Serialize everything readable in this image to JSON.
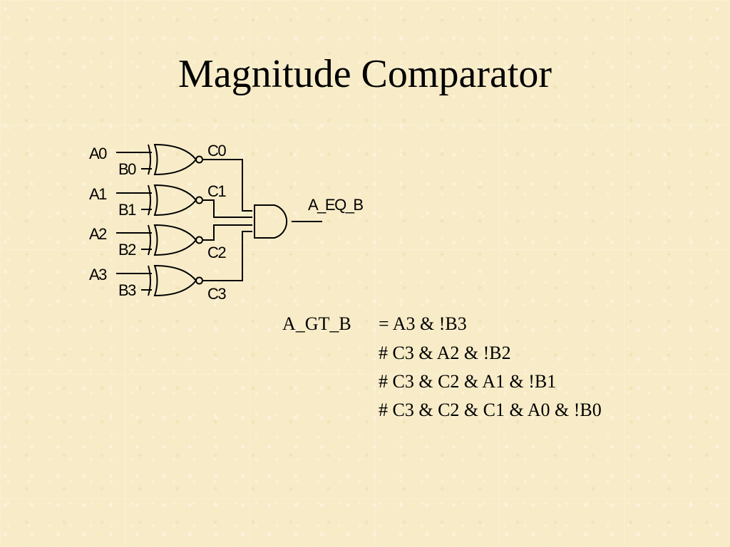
{
  "slide": {
    "title": "Magnitude Comparator"
  },
  "circuit": {
    "inputs_a": [
      "A0",
      "A1",
      "A2",
      "A3"
    ],
    "inputs_b": [
      "B0",
      "B1",
      "B2",
      "B3"
    ],
    "gate_outputs": [
      "C0",
      "C1",
      "C2",
      "C3"
    ],
    "output": "A_EQ_B"
  },
  "equation": {
    "lhs": "A_GT_B",
    "lines": [
      "= A3 & !B3",
      "# C3 & A2 & !B2",
      "# C3 & C2 & A1 & !B1",
      "# C3 & C2 & C1 & A0 & !B0"
    ]
  }
}
